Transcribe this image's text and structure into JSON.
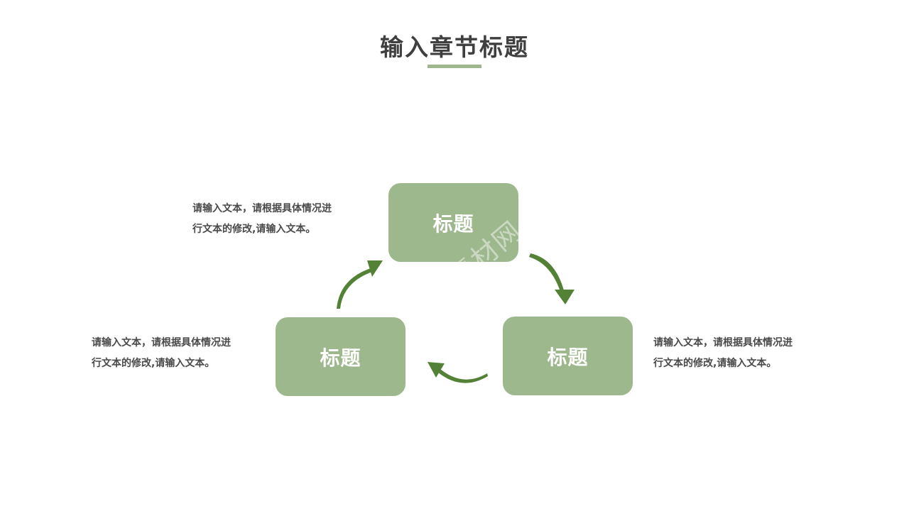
{
  "slide": {
    "title": "输入章节标题"
  },
  "boxes": {
    "top": "标题",
    "left": "标题",
    "right": "标题"
  },
  "descriptions": {
    "top": {
      "line1": "请输入文本，请根据具体情况进",
      "line2": "行文本的修改,请输入文本。"
    },
    "left": {
      "line1": "请输入文本，请根据具体情况进",
      "line2": "行文本的修改,请输入文本。"
    },
    "right": {
      "line1": "请输入文本，请根据具体情况进",
      "line2": "行文本的修改,请输入文本。"
    }
  },
  "watermark": "ppt素材网",
  "colors": {
    "box_fill": "#9eb88e",
    "arrow": "#538135",
    "title_text": "#3f3f3f",
    "underline": "#9eb88e"
  }
}
